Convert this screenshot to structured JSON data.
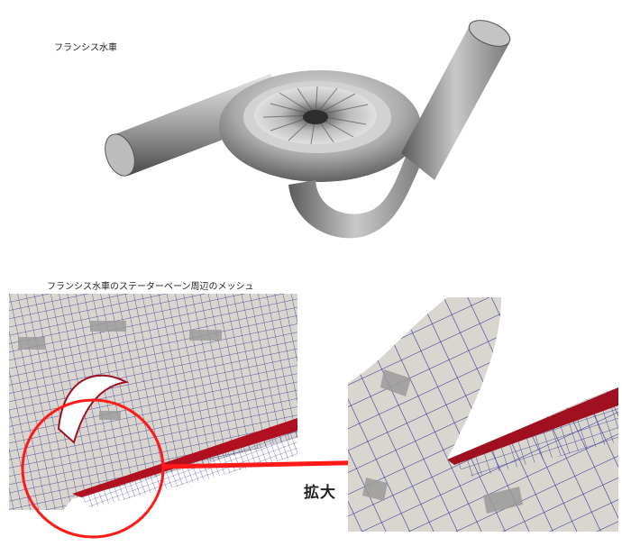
{
  "turbine": {
    "title": "フランシス水車"
  },
  "mesh": {
    "title": "フランシス水車のステーターベーン周辺のメッシュ"
  },
  "zoom": {
    "label": "拡大"
  },
  "colors": {
    "mesh_line": "#2b2b8f",
    "mesh_bg": "#d9d6d0",
    "vane_red": "#a01020",
    "arrow": "#ff1a1a",
    "turbine_gray": "#9a9a9a"
  },
  "icons": [
    "francis-turbine-model",
    "mesh-overview-image",
    "mesh-zoom-image",
    "highlight-circle",
    "zoom-arrow"
  ]
}
